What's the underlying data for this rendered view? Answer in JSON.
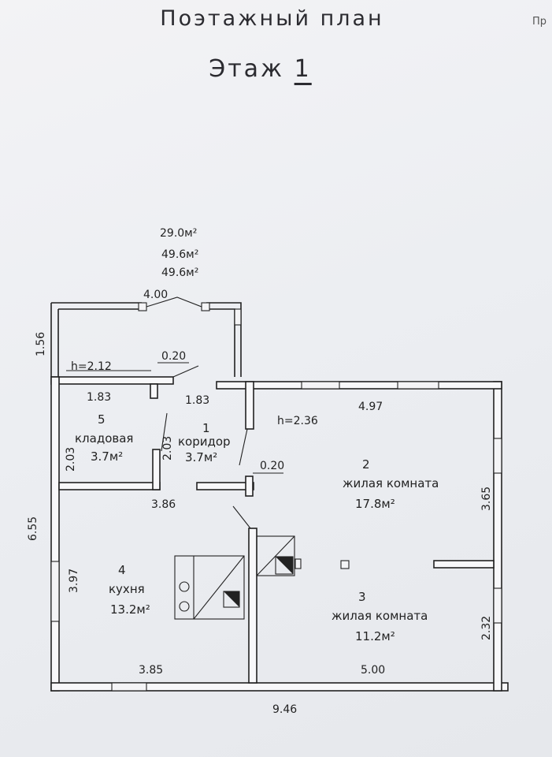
{
  "header": {
    "title": "Поэтажный план",
    "floor_label": "Этаж",
    "floor_number": "1",
    "corner_text": "Пр"
  },
  "areas": {
    "a1": "29.0м²",
    "a2": "49.6м²",
    "a3": "49.6м²"
  },
  "dimensions": {
    "top_veranda": "4.00",
    "left_veranda": "1.56",
    "h_veranda": "h=2.12",
    "wall_020_a": "0.20",
    "w_pantry": "1.83",
    "w_corridor": "1.83",
    "w_living": "4.97",
    "h_rooms": "h=2.36",
    "pantry_h": "2.03",
    "corridor_h": "2.03",
    "wall_020_b": "0.20",
    "corridor_bottom": "3.86",
    "living_right": "3.65",
    "left_total": "6.55",
    "kitchen_left": "3.97",
    "bedroom_right": "2.32",
    "kitchen_bottom": "3.85",
    "bedroom_bottom": "5.00",
    "total_width": "9.46"
  },
  "rooms": [
    {
      "num": "1",
      "name": "коридор",
      "area": "3.7м²"
    },
    {
      "num": "2",
      "name": "жилая комната",
      "area": "17.8м²"
    },
    {
      "num": "3",
      "name": "жилая комната",
      "area": "11.2м²"
    },
    {
      "num": "4",
      "name": "кухня",
      "area": "13.2м²"
    },
    {
      "num": "5",
      "name": "кладовая",
      "area": "3.7м²"
    }
  ]
}
